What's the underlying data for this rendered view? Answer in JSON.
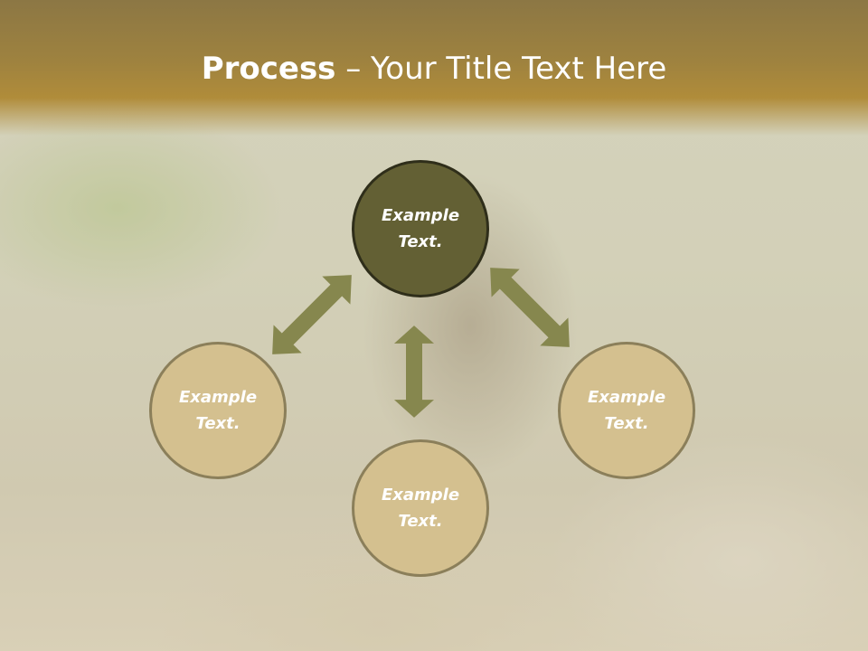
{
  "slide": {
    "title_bold": "Process",
    "title_rest": " – Your Title Text Here"
  },
  "diagram": {
    "nodes": {
      "top": "Example\nText.",
      "left": "Example\nText.",
      "bottom": "Example\nText.",
      "right": "Example\nText."
    },
    "colors": {
      "top_fill": "#636034",
      "node_fill": "#d4c08f",
      "arrow": "#86874e",
      "title_band": "#9e823f"
    }
  }
}
